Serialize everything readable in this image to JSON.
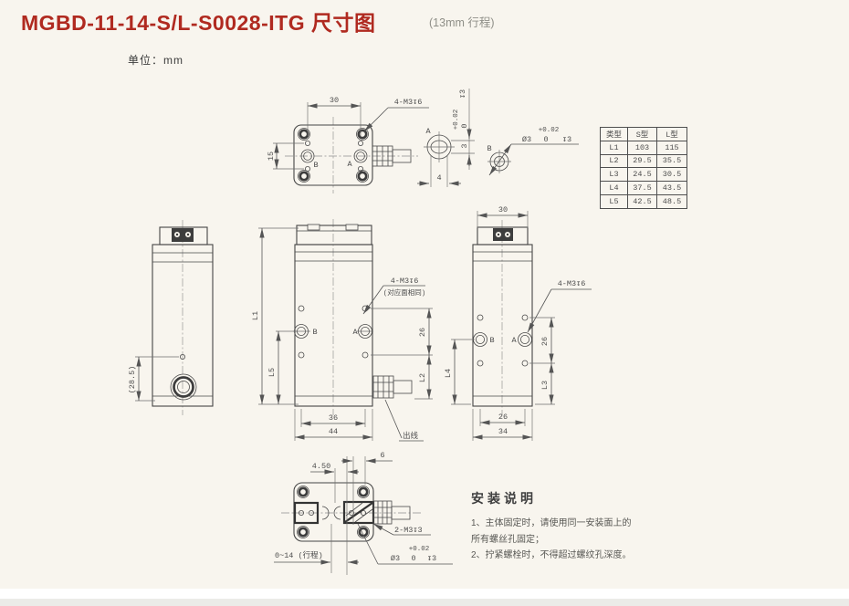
{
  "page": {
    "title": "MGBD-11-14-S/L-S0028-ITG 尺寸图",
    "subtitle": "(13mm 行程)",
    "unit": "单位：mm"
  },
  "size_table": {
    "col_type": "类型",
    "col_s": "S型",
    "col_l": "L型",
    "rows": [
      {
        "name": "L1",
        "s": "103",
        "l": "115"
      },
      {
        "name": "L2",
        "s": "29.5",
        "l": "35.5"
      },
      {
        "name": "L3",
        "s": "24.5",
        "l": "30.5"
      },
      {
        "name": "L4",
        "s": "37.5",
        "l": "43.5"
      },
      {
        "name": "L5",
        "s": "42.5",
        "l": "48.5"
      }
    ]
  },
  "top_view": {
    "dim30": "30",
    "dim15": "15",
    "thread": "4-M3↧6",
    "label_a": "A",
    "label_b": "B"
  },
  "detail_a": {
    "label": "A",
    "dim4": "4",
    "depth": "↧3",
    "tol": "+0.02",
    "nominal": "3",
    "low": "0"
  },
  "detail_b": {
    "label": "B",
    "tol": "+0.02",
    "dia": "Ø3",
    "low": "0",
    "depth": "↧3"
  },
  "left_view": {
    "dim285": "(28.5)"
  },
  "front_view": {
    "dim_l1": "L1",
    "dim_l5": "L5",
    "dim26": "26",
    "dim_l2": "L2",
    "dim36": "36",
    "dim44": "44",
    "thread": "4-M3↧6",
    "thread_note": "(对应面相同)",
    "label_a": "A",
    "label_b": "B",
    "wire": "出线"
  },
  "side_view": {
    "dim30": "30",
    "dim_l4": "L4",
    "dim26": "26",
    "dim_l3": "L3",
    "dim26b": "26",
    "dim34": "34",
    "thread": "4-M3↧6",
    "label_a": "A",
    "label_b": "B"
  },
  "bottom_view": {
    "dim6": "6",
    "dim450": "4.50",
    "thread": "2-M3↧3",
    "tol": "+0.02",
    "dia": "Ø3",
    "low": "0",
    "depth": "↧3",
    "stroke": "0~14 (行程)"
  },
  "notes": {
    "title": "安装说明",
    "line1": "1、主体固定时，请使用同一安装面上的",
    "line2": "所有螺丝孔固定；",
    "line3": "2、拧紧螺栓时，不得超过螺纹孔深度。"
  },
  "colors": {
    "accent": "#b02a20",
    "background": "#f8f5ee",
    "line": "#4a4a4a"
  }
}
